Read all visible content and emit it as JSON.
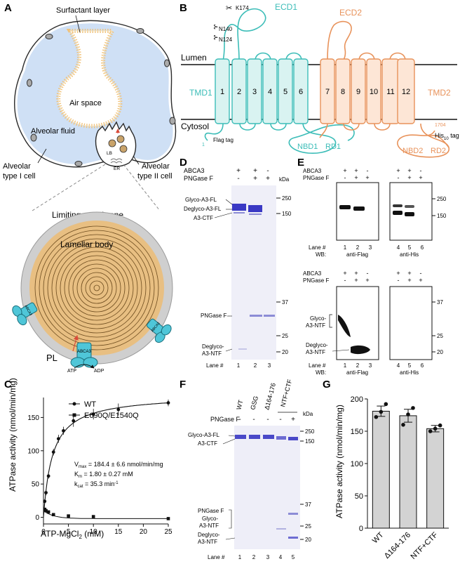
{
  "panels": {
    "a": "A",
    "b": "B",
    "c": "C",
    "d": "D",
    "e": "E",
    "f": "F",
    "g": "G"
  },
  "panel_a": {
    "surfactant_layer": "Surfactant layer",
    "air_space": "Air space",
    "alveolar_fluid": "Alveolar fluid",
    "type1_line1": "Alveolar",
    "type1_line2": "type I cell",
    "type2_line1": "Alveolar",
    "type2_line2": "type II cell",
    "lb": "LB",
    "er": "ER",
    "limiting_membrane": "Limiting membrane",
    "lamellar_body": "Lamellar body",
    "abca3": "ABCA3",
    "pl": "PL",
    "atp": "ATP",
    "adp": "ADP"
  },
  "panel_b": {
    "lumen": "Lumen",
    "cytosol": "Cytosol",
    "tmd1": "TMD1",
    "tmd2": "TMD2",
    "ecd1": "ECD1",
    "ecd2": "ECD2",
    "nbd1": "NBD1",
    "rd1": "RD1",
    "nbd2": "NBD2",
    "rd2": "RD2",
    "k174": "K174",
    "n140": "N140",
    "n124": "N124",
    "flag_tag": "Flag tag",
    "his_tag": "His",
    "his_sub": "10",
    "his_tag2": " tag",
    "res1": "1",
    "res1704": "1704",
    "helices": [
      "1",
      "2",
      "3",
      "4",
      "5",
      "6",
      "7",
      "8",
      "9",
      "10",
      "11",
      "12"
    ],
    "colors": {
      "half1": "#3cbdb8",
      "half2": "#e8925a"
    }
  },
  "panel_d": {
    "abca3": "ABCA3",
    "pngase": "PNGase F",
    "kda": "kDa",
    "row_abca3": [
      "+",
      "+",
      "-"
    ],
    "row_pngase": [
      "-",
      "+",
      "+"
    ],
    "labels": [
      "Glyco-A3-FL",
      "Deglyco-A3-FL",
      "A3-CTF",
      "PNGase F",
      "Deglyco-",
      "A3-NTF"
    ],
    "markers": [
      "250",
      "150",
      "37",
      "25",
      "20"
    ],
    "lane_label": "Lane #",
    "lanes": [
      "1",
      "2",
      "3"
    ]
  },
  "panel_e": {
    "abca3": "ABCA3",
    "pngase": "PNGase F",
    "row_abca3": [
      "+",
      "+",
      "-",
      "+",
      "+",
      "-"
    ],
    "row_pngase": [
      "-",
      "+",
      "+",
      "-",
      "+",
      "+"
    ],
    "markers_top": [
      "250",
      "150"
    ],
    "markers_bottom": [
      "37",
      "25",
      "20"
    ],
    "lane_label": "Lane #",
    "wb": "WB:",
    "anti_flag": "anti-Flag",
    "anti_his": "anti-His",
    "lanes": [
      "1",
      "2",
      "3",
      "4",
      "5",
      "6"
    ],
    "glyco": "Glyco-",
    "ntf": "A3-NTF",
    "deglyco": "Deglyco-",
    "ntf2": "A3-NTF"
  },
  "panel_f": {
    "pngase": "PNGase F",
    "kda": "kDa",
    "columns": [
      "WT",
      "GSG",
      "Δ164-176",
      "NTF+CTF"
    ],
    "row_pngase": [
      "-",
      "-",
      "-",
      "-",
      "+"
    ],
    "labels": [
      "Glyco-A3-FL",
      "A3-CTF",
      "PNGase F",
      "Glyco-",
      "A3-NTF",
      "Deglyco-",
      "A3-NTF"
    ],
    "markers": [
      "250",
      "150",
      "37",
      "25",
      "20"
    ],
    "lane_label": "Lane #",
    "lanes": [
      "1",
      "2",
      "3",
      "4",
      "5"
    ]
  },
  "chart_data": [
    {
      "type": "scatter",
      "xlabel": "ATP-MgCl",
      "xlabel_sub": "2",
      "xlabel_unit": " (mM)",
      "ylabel": "ATPase activity (nmol/min/mg)",
      "xlim": [
        0,
        25
      ],
      "ylim": [
        0,
        180
      ],
      "xticks": [
        "0",
        "5",
        "10",
        "15",
        "20",
        "25"
      ],
      "yticks": [
        "0",
        "50",
        "100",
        "150"
      ],
      "series": [
        {
          "name": "WT",
          "x": [
            0.25,
            0.5,
            1,
            2,
            3,
            4,
            6,
            10,
            15,
            25
          ],
          "y": [
            24,
            37,
            62,
            98,
            118,
            130,
            145,
            155,
            162,
            172
          ],
          "err": [
            3,
            4,
            4,
            5,
            6,
            6,
            9,
            8,
            9,
            5
          ]
        },
        {
          "name": "E690Q/E1540Q",
          "x": [
            0.25,
            0.5,
            1,
            2,
            5,
            10,
            25
          ],
          "y": [
            12,
            10,
            8,
            4,
            2,
            1,
            -2
          ],
          "err": [
            2,
            2,
            2,
            1,
            1,
            1,
            1
          ]
        }
      ],
      "fit": {
        "vmax": 184.4,
        "km": 1.8
      },
      "annotations": {
        "vmax": "V",
        "vmax_sub": "max",
        "vmax_val": " = 184.4 ± 6.6 nmol/min/mg",
        "km": "K",
        "km_sub": "m",
        "km_val": " = 1.80 ± 0.27 mM",
        "kcat": "k",
        "kcat_sub": "cat",
        "kcat_val": " = 35.3 min",
        "kcat_sup": "-1"
      }
    },
    {
      "type": "bar",
      "ylabel": "ATPase activity (nmol/min/mg)",
      "ylim": [
        0,
        200
      ],
      "yticks": [
        "0",
        "50",
        "100",
        "150",
        "200"
      ],
      "categories": [
        "WT",
        "Δ164-176",
        "NTF+CTF"
      ],
      "values": [
        181,
        174,
        154
      ],
      "errors": [
        8,
        10,
        5
      ],
      "points": [
        [
          172,
          180,
          192
        ],
        [
          160,
          176,
          186
        ],
        [
          150,
          154,
          159
        ]
      ]
    }
  ]
}
